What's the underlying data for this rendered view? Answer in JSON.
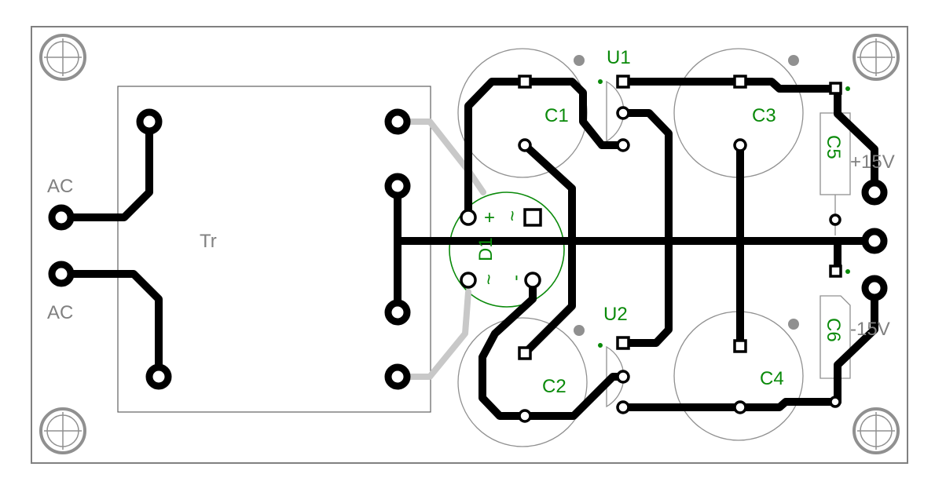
{
  "colors": {
    "trace": "#000000",
    "silk_gray": "#909090",
    "label_gray": "#808080",
    "label_green": "#0a8a0a",
    "jumper": "#c8c8c8",
    "board_outline": "#808080"
  },
  "labels": {
    "ac_top": "AC",
    "ac_bottom": "AC",
    "transformer": "Tr",
    "c1": "C1",
    "c2": "C2",
    "c3": "C3",
    "c4": "C4",
    "c5": "C5",
    "c6": "C6",
    "u1": "U1",
    "u2": "U2",
    "d1": "D1",
    "d1_plus": "+",
    "d1_ac_top": "~",
    "d1_ac_bottom": "~",
    "d1_minus": "-",
    "v_pos": "+15V",
    "v_neg": "-15V"
  },
  "icons": {
    "mounting_hole": "crosshair-circle-icon"
  }
}
